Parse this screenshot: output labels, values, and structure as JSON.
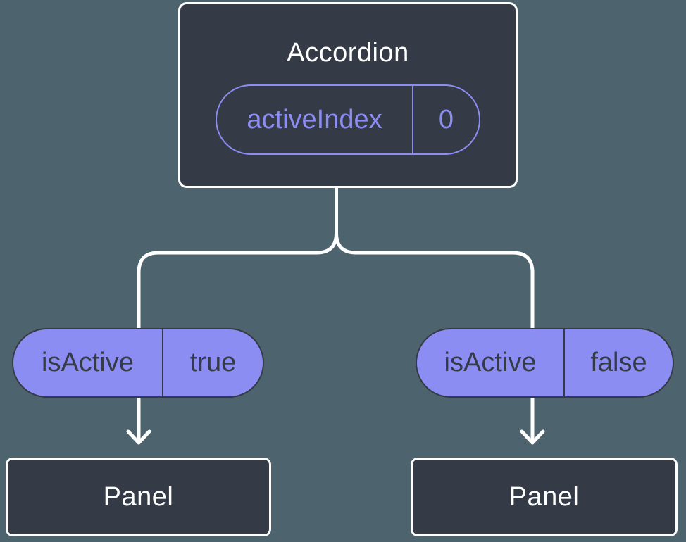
{
  "colors": {
    "background": "#4D646E",
    "node-bg": "#343A46",
    "node-border": "#FFFFFF",
    "accent": "#8C8DF3",
    "pill-dark": "#343A46",
    "text-light": "#FFFFFF",
    "connector": "#FFFFFF"
  },
  "tree": {
    "root": {
      "title": "Accordion",
      "state": {
        "name": "activeIndex",
        "value": "0"
      }
    },
    "children": [
      {
        "prop_name": "isActive",
        "prop_value": "true",
        "title": "Panel"
      },
      {
        "prop_name": "isActive",
        "prop_value": "false",
        "title": "Panel"
      }
    ]
  }
}
